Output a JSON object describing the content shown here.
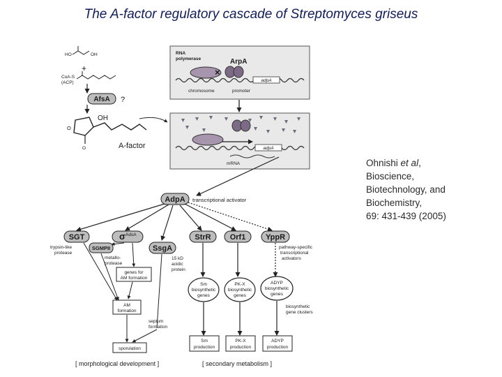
{
  "title": "The A-factor regulatory cascade of Streptomyces griseus",
  "citation": {
    "line1_authors": "Ohnishi",
    "line1_etal": "et al",
    "line1_tail": ",",
    "line2": "Bioscience,",
    "line3": "Biotechnology, and",
    "line4": "Biochemistry,",
    "line5": "69: 431-439 (2005)"
  },
  "diagram": {
    "ho_left": "HO",
    "oh_right": "OH",
    "plus": "+",
    "coa_s": "CoA-S",
    "acp": "(ACP)",
    "afsa": "AfsA",
    "question": "?",
    "oh_afactor": "OH",
    "afactor": "A-factor",
    "rna_polymerase_1": "RNA",
    "rna_polymerase_2": "polymerase",
    "arpa": "ArpA",
    "adpa_gene_top": "adpA",
    "chromosome": "chromosome",
    "promoter": "promoter",
    "adpa_gene_mid": "adpA",
    "mrna": "mRNA",
    "adpa": "AdpA",
    "transcriptional_activator": "transcriptional activator",
    "sgt": "SGT",
    "sigma": "σ",
    "sigma_sup": "AdsA",
    "ssga": "SsgA",
    "strr": "StrR",
    "orf1": "Orf1",
    "yppr": "YppR",
    "trypsin_1": "trypsin-like",
    "trypsin_2": "protease",
    "sgmpii": "SGMPII",
    "metallo_1": "metallo-",
    "metallo_2": "protease",
    "ssga_desc_1": "15 kD",
    "ssga_desc_2": "acidic",
    "ssga_desc_3": "protein",
    "pathway_1": "pathway-specific",
    "pathway_2": "transcriptional",
    "pathway_3": "activators",
    "genes_am_1": "genes for",
    "genes_am_2": "AM formation",
    "am_formation_1": "AM",
    "am_formation_2": "formation",
    "septum_1": "septum",
    "septum_2": "formation",
    "sm_genes_1": "Sm",
    "sm_genes_2": "biosynthetic",
    "sm_genes_3": "genes",
    "pkx_genes_1": "PK-X",
    "pkx_genes_2": "biosynthetic",
    "pkx_genes_3": "genes",
    "adyp_genes_1": "ADYP",
    "adyp_genes_2": "biosynthetic",
    "adyp_genes_3": "genes",
    "clusters_1": "biosynthetic",
    "clusters_2": "gene clusters",
    "sporulation": "sporulation",
    "sm_prod_1": "Sm",
    "sm_prod_2": "production",
    "pkx_prod_1": "PK-X",
    "pkx_prod_2": "production",
    "adyp_prod_1": "ADYP",
    "adyp_prod_2": "production",
    "morph": "[ morphological development ]",
    "secondary": "[ secondary metabolism ]"
  },
  "colors": {
    "title": "#111c5c",
    "protein_fill": "#7d6a86",
    "protein_fill_light": "#a795ad",
    "node_fill": "#bdbdbd",
    "panel_bg": "#e9e9e9",
    "triangle": "#6b6b7b"
  }
}
